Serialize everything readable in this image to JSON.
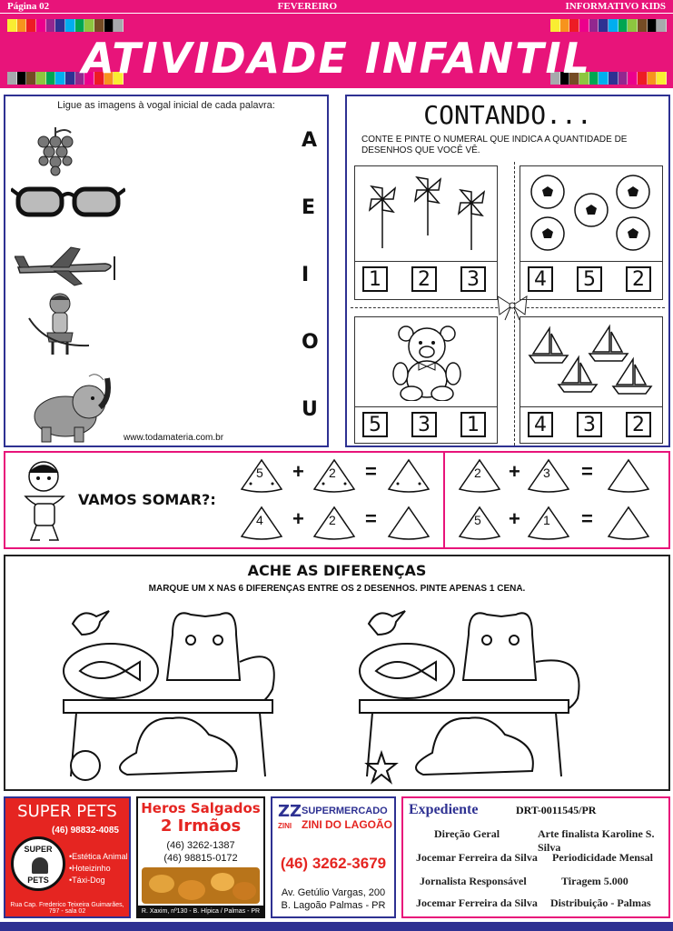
{
  "header": {
    "page": "Página 02",
    "month": "FEVEREIRO",
    "publication": "INFORMATIVO KIDS",
    "title": "ATIVIDADE INFANTIL"
  },
  "vowels": {
    "instruction": "Ligue as imagens à vogal inicial de cada palavra:",
    "letters": [
      "A",
      "E",
      "I",
      "O",
      "U"
    ],
    "source": "www.todamateria.com.br"
  },
  "counting": {
    "title": "CONTANDO...",
    "instruction_line1": "CONTE E PINTE O NUMERAL QUE INDICA A QUANTIDADE DE",
    "instruction_line2": "DESENHOS QUE VOCÊ VÊ.",
    "pinwheels": [
      "1",
      "2",
      "3"
    ],
    "balls": [
      "4",
      "5",
      "2"
    ],
    "bear": [
      "5",
      "3",
      "1"
    ],
    "boats": [
      "4",
      "3",
      "2"
    ]
  },
  "sums": {
    "title": "VAMOS SOMAR?:",
    "plus": "+",
    "equals": "=",
    "a1": "5",
    "b1": "2",
    "a2": "4",
    "b2": "2",
    "a3": "2",
    "b3": "3",
    "a4": "5",
    "b4": "1"
  },
  "differences": {
    "title": "ACHE AS DIFERENÇAS",
    "instruction": "MARQUE UM X NAS 6 DIFERENÇAS ENTRE OS 2 DESENHOS. PINTE APENAS 1 CENA."
  },
  "ads": {
    "pets": {
      "name": "SUPER PETS",
      "phone": "(46) 98832-4085",
      "logo_top": "SUPER",
      "logo_bottom": "PETS",
      "services": [
        "•Estética Animal",
        "•Hoteizinho",
        "•Táxi-Dog"
      ],
      "address": "Rua Cap. Frederico Teixeira Guimarães, 797 - sala 02"
    },
    "salgados": {
      "name": "Heros Salgados",
      "subtitle": "2 Irmãos",
      "phone1": "(46) 3262-1387",
      "phone2": "(46) 98815-0172",
      "address": "R. Xaxim, nº130 - B. Hípica / Palmas - PR"
    },
    "supermercado": {
      "logo": "ZZ",
      "logo_small": "ZINI",
      "line1": "SUPERMERCADO",
      "line2": "ZINI DO LAGOÃO",
      "phone": "(46) 3262-3679",
      "address1": "Av. Getúlio Vargas, 200",
      "address2": "B. Lagoão Palmas - PR"
    },
    "expediente": {
      "title": "Expediente",
      "drt": "DRT-0011545/PR",
      "left": [
        "Direção Geral",
        "Jocemar Ferreira da Silva",
        "Jornalista Responsável",
        "Jocemar Ferreira da Silva"
      ],
      "right": [
        "Arte finalista Karoline S. Silva",
        "Periodicidade Mensal",
        "Tiragem 5.000",
        "Distribuição - Palmas"
      ]
    }
  },
  "colors": {
    "pink": "#e8147a",
    "navy": "#2e3192",
    "red": "#e52521"
  }
}
